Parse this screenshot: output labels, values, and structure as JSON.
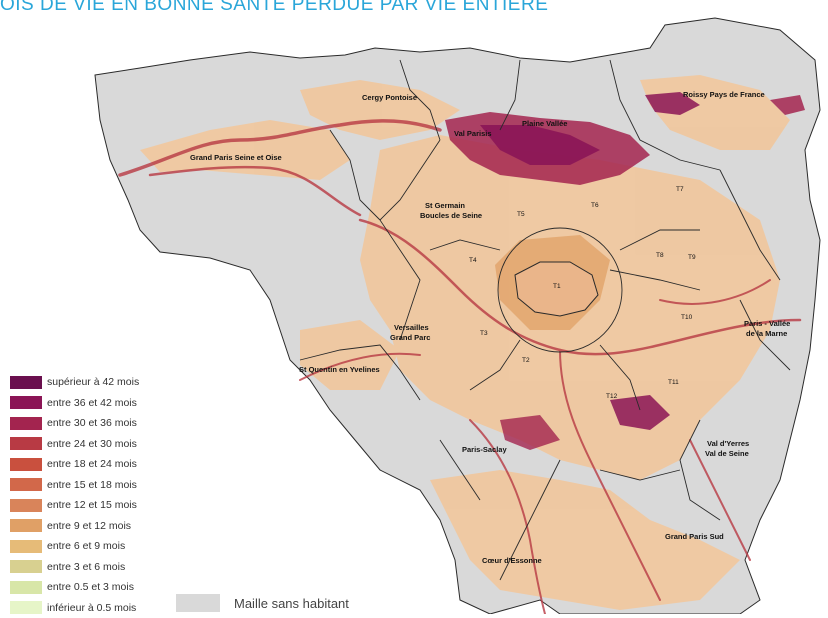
{
  "title": "OIS DE VIE EN BONNE SANTE PERDUE PAR VIE ENTIERE",
  "colors": {
    "no_data": "#d9d9d9",
    "base": "#f0c8a0",
    "boundary": "#2a2a2a"
  },
  "legend": [
    {
      "label": "supérieur à 42 mois",
      "color": "#6a0f4e"
    },
    {
      "label": "entre 36 et 42 mois",
      "color": "#8b1556"
    },
    {
      "label": "entre 30 et 36 mois",
      "color": "#a3244f"
    },
    {
      "label": "entre 24 et 30 mois",
      "color": "#b83a44"
    },
    {
      "label": "entre 18 et 24 mois",
      "color": "#c9503e"
    },
    {
      "label": "entre 15 et 18 mois",
      "color": "#d2684a"
    },
    {
      "label": "entre 12 et 15 mois",
      "color": "#d9845a"
    },
    {
      "label": "entre 9 et 12 mois",
      "color": "#e0a066"
    },
    {
      "label": "entre 6 et 9 mois",
      "color": "#e6bb78"
    },
    {
      "label": "entre 3 et 6 mois",
      "color": "#d8d090"
    },
    {
      "label": "entre 0.5 et 3 mois",
      "color": "#d8e6a8"
    },
    {
      "label": "inférieur à 0.5 mois",
      "color": "#e6f5c8"
    }
  ],
  "no_data_label": "Maille sans habitant",
  "territories": {
    "cergy": "Cergy Pontoise",
    "plaine_vallee": "Plaine Vallée",
    "roissy": "Roissy Pays de France",
    "val_parisis": "Val Parisis",
    "gpso": "Grand Paris Seine et Oise",
    "st_germain_1": "St Germain",
    "st_germain_2": "Boucles de Seine",
    "versailles_1": "Versailles",
    "versailles_2": "Grand Parc",
    "sqy": "St Quentin en Yvelines",
    "pvm_1": "Paris - Vallée",
    "pvm_2": "de la Marne",
    "paris_saclay": "Paris-Saclay",
    "vyvs_1": "Val d'Yerres",
    "vyvs_2": "Val de Seine",
    "gp_sud": "Grand Paris Sud",
    "coeur_essonne": "Cœur d'Essonne"
  },
  "ept": {
    "t1": "T1",
    "t2": "T2",
    "t3": "T3",
    "t4": "T4",
    "t5": "T5",
    "t6": "T6",
    "t7": "T7",
    "t8": "T8",
    "t9": "T9",
    "t10": "T10",
    "t11": "T11",
    "t12": "T12"
  }
}
